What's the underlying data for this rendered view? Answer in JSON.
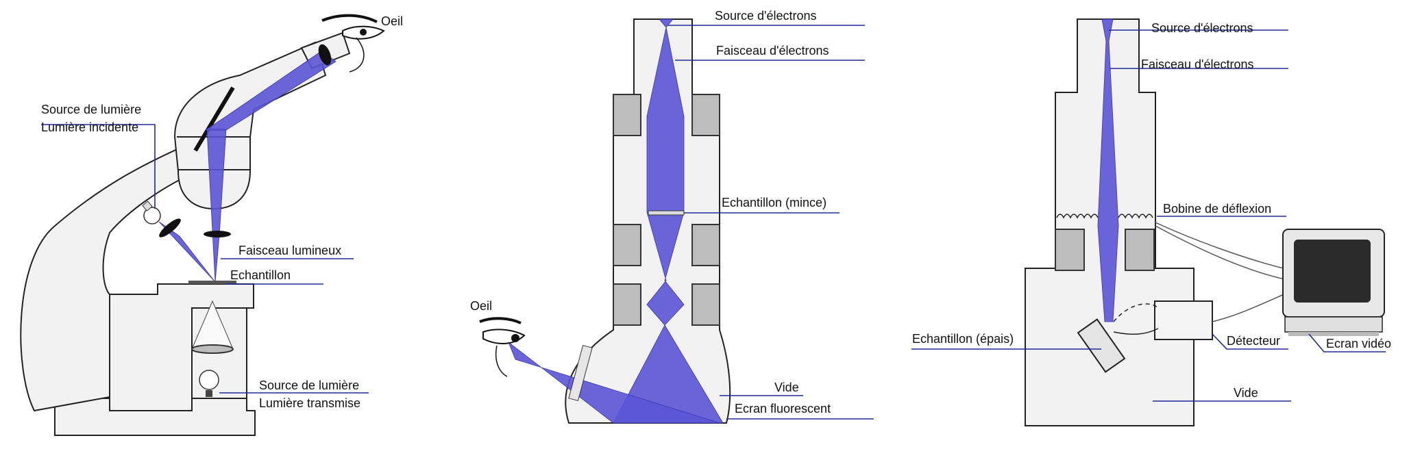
{
  "colors": {
    "beam": "#5a55d6",
    "leader_line": "#1f2a99",
    "body_fill": "#f2f2f2",
    "outline": "#222222",
    "lens_gray": "#bdbdbd"
  },
  "optical_microscope": {
    "eye": "Oeil",
    "light_source_top": "Source de lumière",
    "incident_light": "Lumière incidente",
    "light_beam": "Faisceau lumineux",
    "sample": "Echantillon",
    "light_source_bottom": "Source de lumière",
    "transmitted_light": "Lumière transmise"
  },
  "transmission_em": {
    "electron_source": "Source d'électrons",
    "electron_beam": "Faisceau d'électrons",
    "thin_sample": "Echantillon (mince)",
    "eye": "Oeil",
    "vacuum": "Vide",
    "fluorescent_screen": "Ecran fluorescent"
  },
  "scanning_em": {
    "electron_source": "Source d'électrons",
    "electron_beam": "Faisceau d'électrons",
    "deflection_coil": "Bobine de déflexion",
    "thick_sample": "Echantillon (épais)",
    "detector": "Détecteur",
    "video_screen": "Ecran vidéo",
    "vacuum": "Vide"
  }
}
